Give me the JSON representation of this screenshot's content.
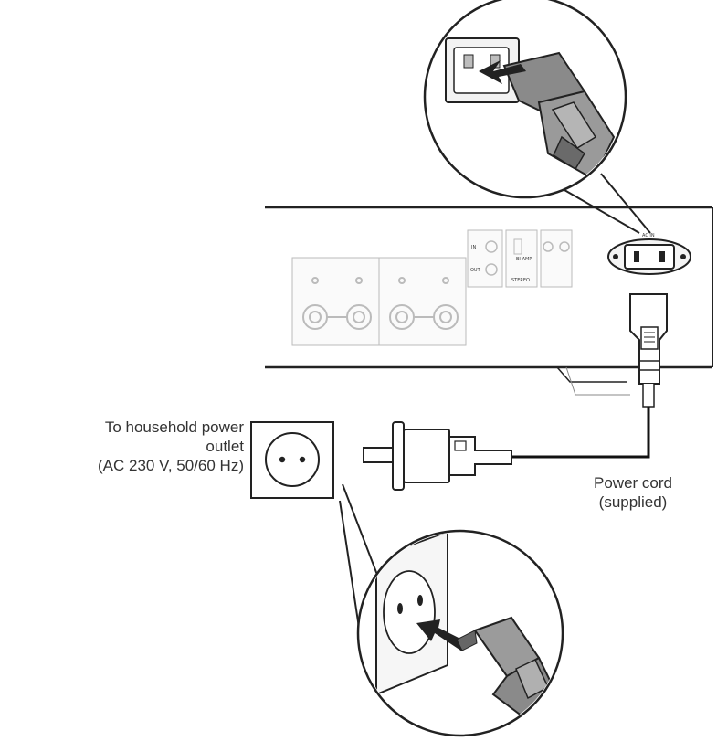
{
  "labels": {
    "outlet_line1": "To household power",
    "outlet_line2": "outlet",
    "outlet_line3": "(AC 230 V, 50/60 Hz)",
    "cord_line1": "Power cord",
    "cord_line2": "(supplied)"
  },
  "panel": {
    "ac_in": "AC IN",
    "in": "IN",
    "out": "OUT",
    "bi_amp": "BI-AMP",
    "stereo": "STEREO"
  }
}
